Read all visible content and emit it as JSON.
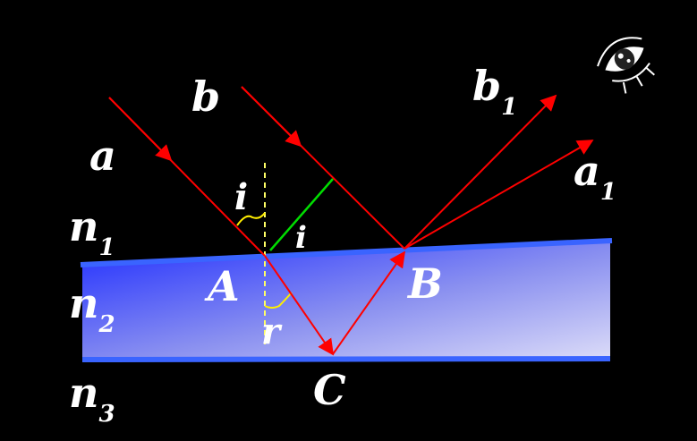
{
  "labels": {
    "a": "a",
    "b": "b",
    "b1_main": "b",
    "b1_sub": "1",
    "a1_main": "a",
    "a1_sub": "1",
    "n1_main": "n",
    "n1_sub": "1",
    "n2_main": "n",
    "n2_sub": "2",
    "n3_main": "n",
    "n3_sub": "3",
    "i_top": "i",
    "i_right": "i",
    "r": "r",
    "A": "A",
    "B": "B",
    "C": "C"
  },
  "colors": {
    "background": "#000000",
    "ray": "#ff0000",
    "normal": "#ffff66",
    "angle_arc": "#ffee00",
    "wavefront": "#00dd00",
    "film_edge": "#3366ff",
    "film_gradient_dark": "#2233ff",
    "film_gradient_light": "#d8d8f8",
    "text": "#ffffff"
  },
  "icons": {
    "observer": "eye-icon"
  }
}
